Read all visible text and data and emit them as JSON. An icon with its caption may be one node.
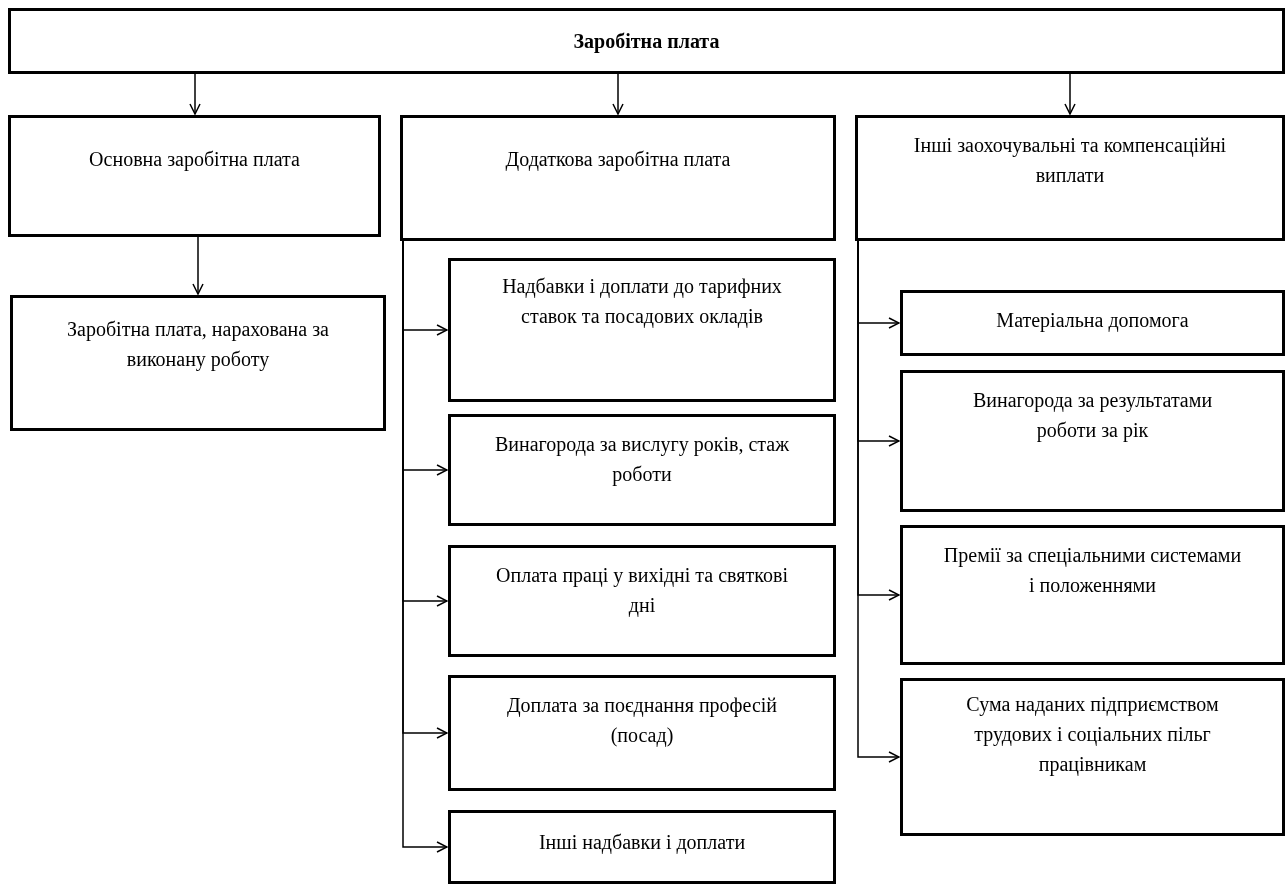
{
  "diagram": {
    "nodes": [
      {
        "text": [
          "Заробітна плата"
        ]
      },
      {
        "text": [
          "Основна заробітна плата"
        ]
      },
      {
        "text": [
          "Додаткова заробітна плата"
        ]
      },
      {
        "text": [
          "Інші заохочувальні та компенсаційні виплати"
        ]
      },
      {
        "text": [
          "Заробітна плата, нарахована за виконану роботу"
        ]
      },
      {
        "text": [
          "Надбавки і доплати до тарифних ставок та посадових окладів"
        ]
      },
      {
        "text": [
          "Винагорода за вислугу років, стаж роботи"
        ]
      },
      {
        "text": [
          "Оплата праці у вихідні та святкові дні"
        ]
      },
      {
        "text": [
          "Доплата за поєднання професій (посад)"
        ]
      },
      {
        "text": [
          "Інші надбавки і доплати"
        ]
      },
      {
        "text": [
          "Матеріальна допомога"
        ]
      },
      {
        "text": [
          "Винагорода за результатами роботи за рік"
        ]
      },
      {
        "text": [
          "Премії за спеціальними системами і положеннями"
        ]
      },
      {
        "text": [
          "Сума наданих підприємством трудових і соціальних пільг працівникам"
        ]
      }
    ],
    "edges": [
      {
        "from": 0,
        "to": 1,
        "arrow": "to"
      },
      {
        "from": 0,
        "to": 2,
        "arrow": "to"
      },
      {
        "from": 0,
        "to": 3,
        "arrow": "to"
      },
      {
        "from": 1,
        "to": 4,
        "arrow": "to"
      },
      {
        "from": 2,
        "to": 5,
        "arrow": "to"
      },
      {
        "from": 2,
        "to": 6,
        "arrow": "to"
      },
      {
        "from": 2,
        "to": 7,
        "arrow": "to"
      },
      {
        "from": 2,
        "to": 8,
        "arrow": "to"
      },
      {
        "from": 2,
        "to": 9,
        "arrow": "to"
      },
      {
        "from": 3,
        "to": 10,
        "arrow": "to"
      },
      {
        "from": 3,
        "to": 11,
        "arrow": "to"
      },
      {
        "from": 3,
        "to": 12,
        "arrow": "to"
      },
      {
        "from": 3,
        "to": 13,
        "arrow": "to"
      }
    ]
  }
}
